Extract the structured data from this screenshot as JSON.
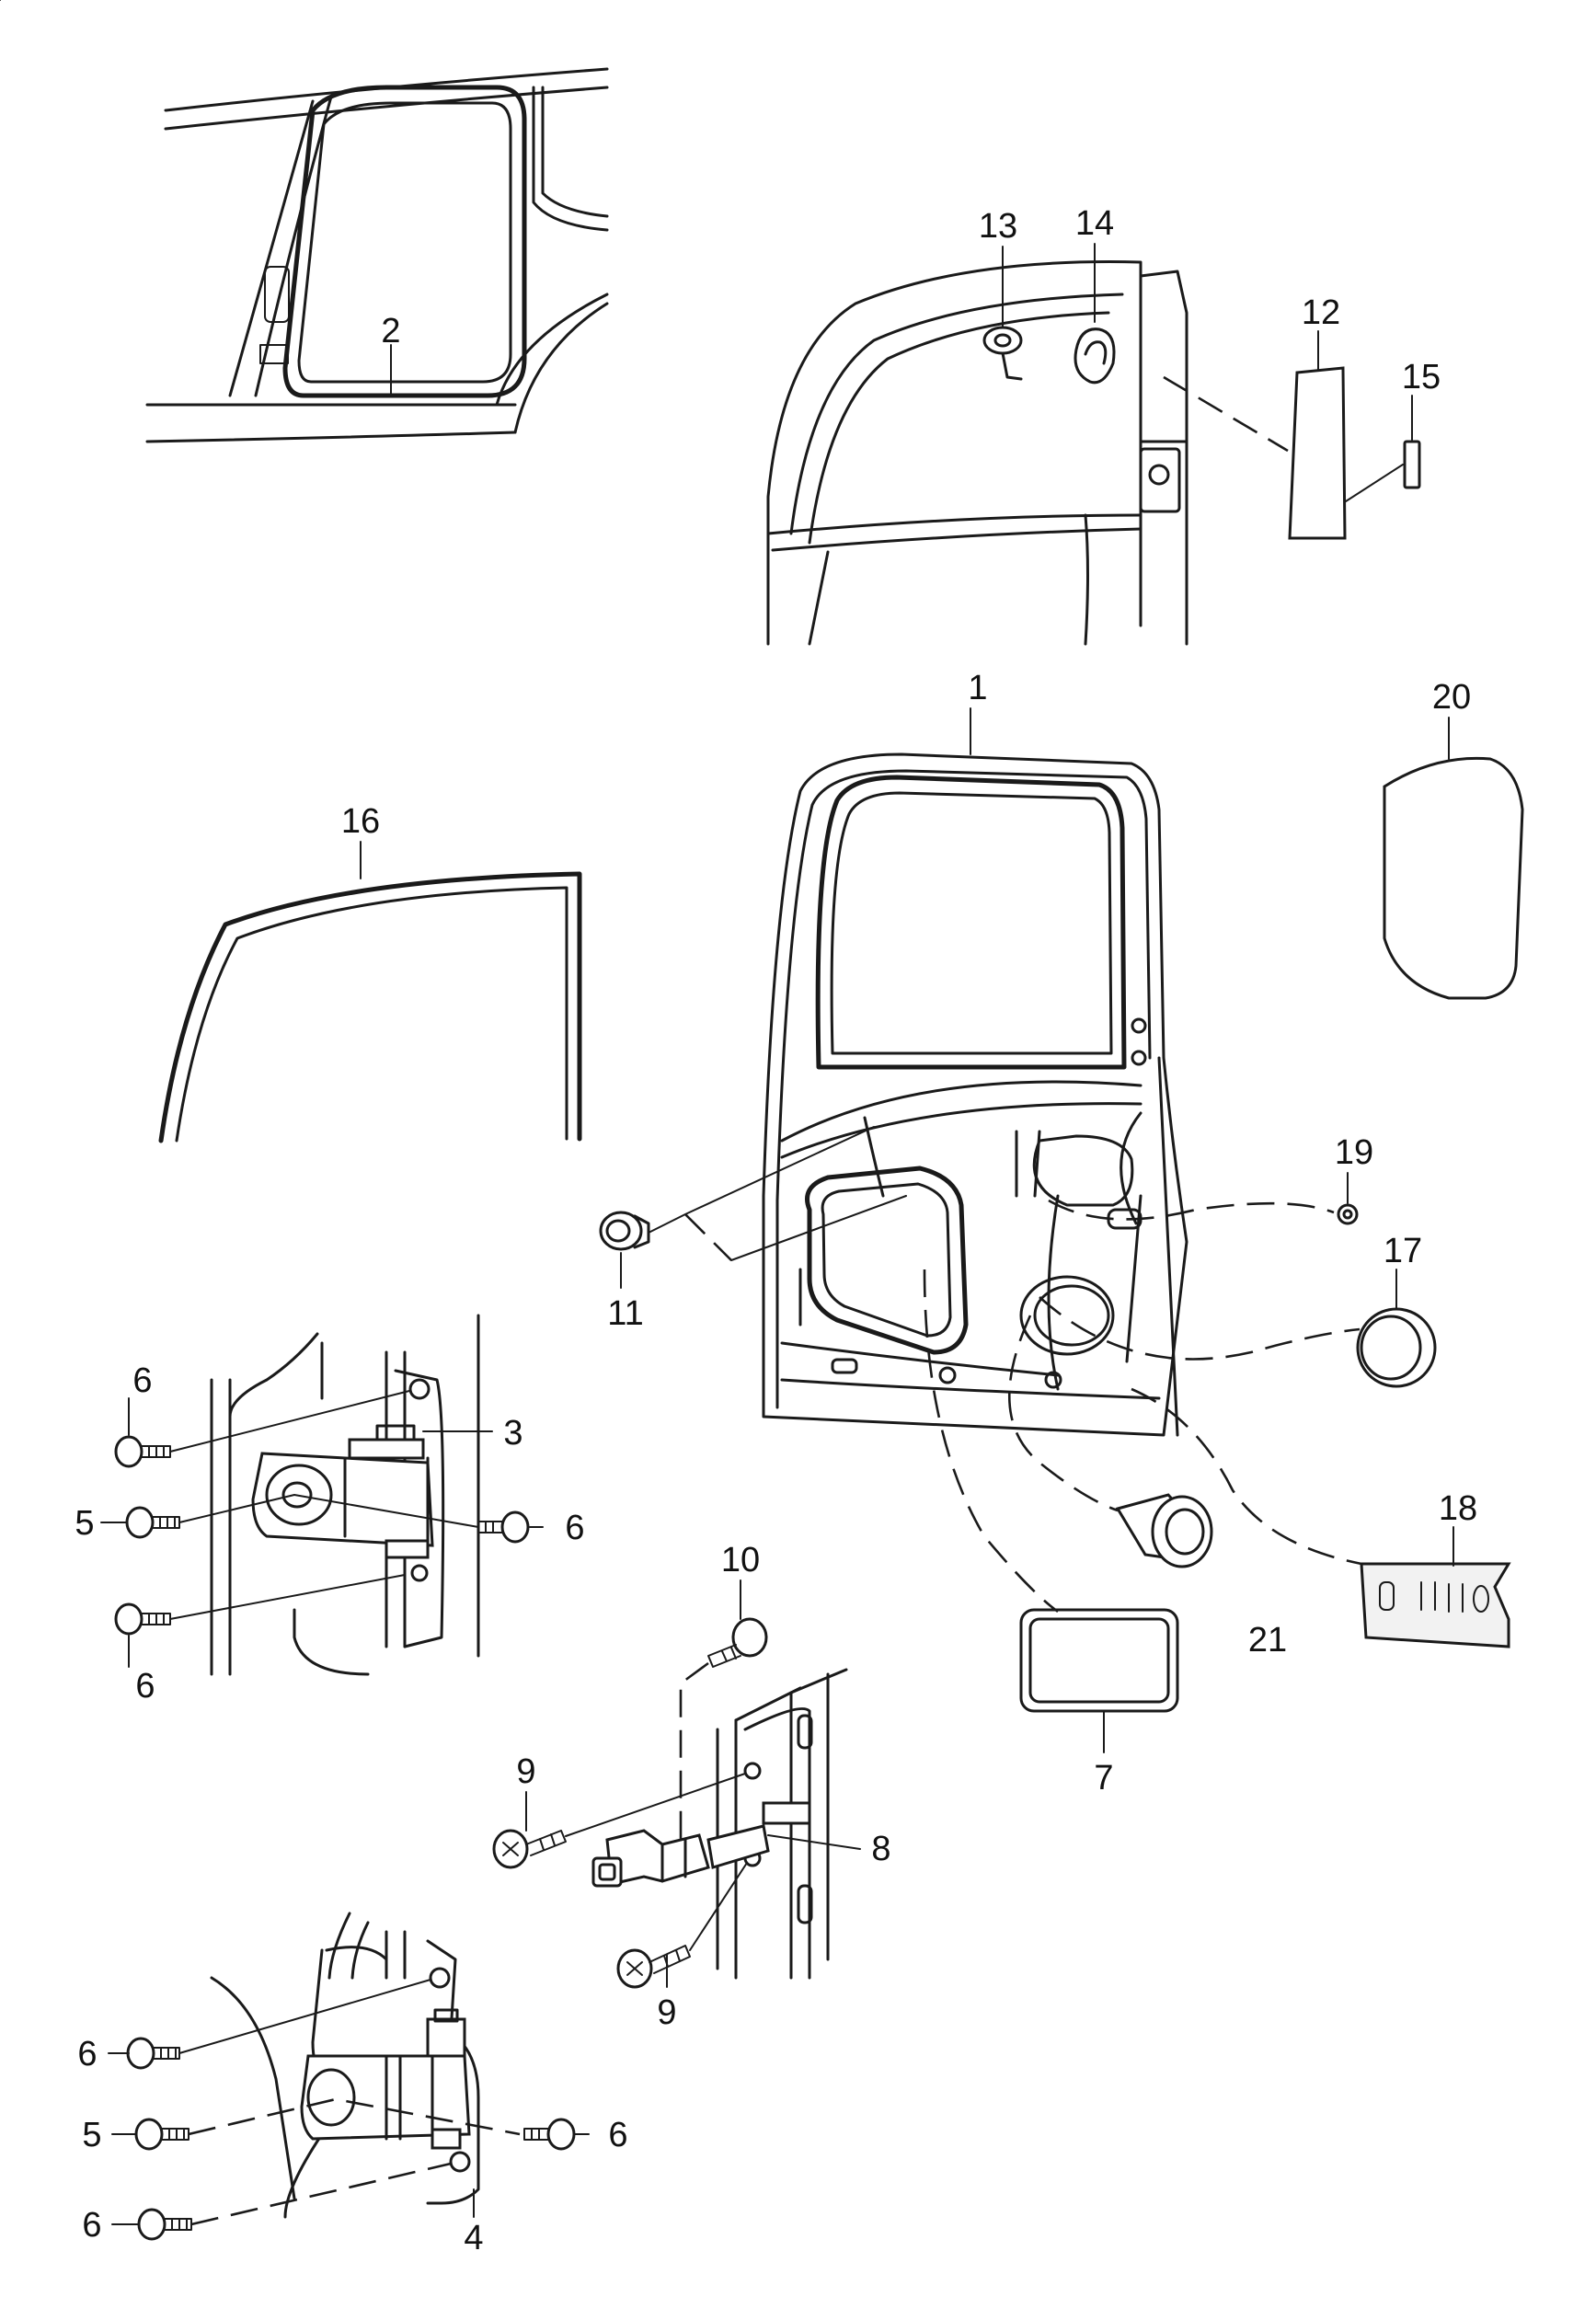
{
  "callouts": [
    {
      "id": "c1",
      "text": "1"
    },
    {
      "id": "c2",
      "text": "2"
    },
    {
      "id": "c3",
      "text": "3"
    },
    {
      "id": "c4",
      "text": "4"
    },
    {
      "id": "c5a",
      "text": "5"
    },
    {
      "id": "c5b",
      "text": "5"
    },
    {
      "id": "c6a",
      "text": "6"
    },
    {
      "id": "c6b",
      "text": "6"
    },
    {
      "id": "c6c",
      "text": "6"
    },
    {
      "id": "c6d",
      "text": "6"
    },
    {
      "id": "c6e",
      "text": "6"
    },
    {
      "id": "c6f",
      "text": "6"
    },
    {
      "id": "c7",
      "text": "7"
    },
    {
      "id": "c8",
      "text": "8"
    },
    {
      "id": "c9a",
      "text": "9"
    },
    {
      "id": "c9b",
      "text": "9"
    },
    {
      "id": "c10",
      "text": "10"
    },
    {
      "id": "c11",
      "text": "11"
    },
    {
      "id": "c12",
      "text": "12"
    },
    {
      "id": "c13",
      "text": "13"
    },
    {
      "id": "c14",
      "text": "14"
    },
    {
      "id": "c15",
      "text": "15"
    },
    {
      "id": "c16",
      "text": "16"
    },
    {
      "id": "c17",
      "text": "17"
    },
    {
      "id": "c18",
      "text": "18"
    },
    {
      "id": "c19",
      "text": "19"
    },
    {
      "id": "c20",
      "text": "20"
    },
    {
      "id": "c21",
      "text": "21"
    }
  ]
}
